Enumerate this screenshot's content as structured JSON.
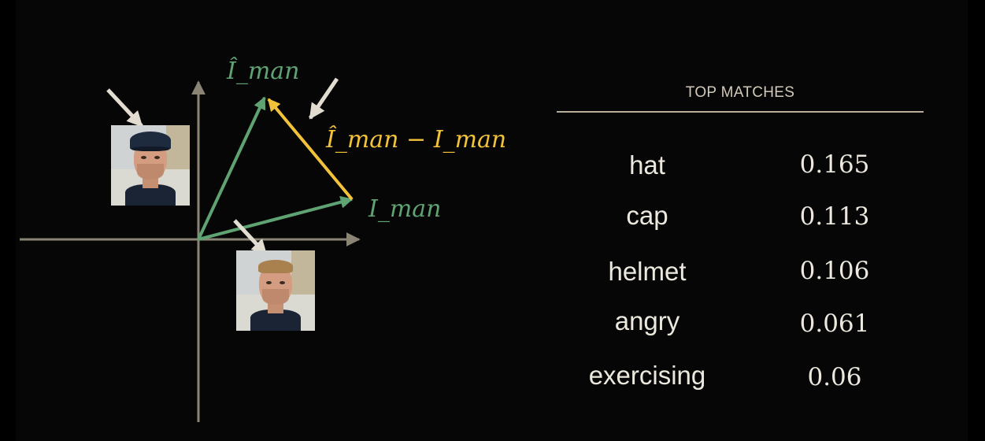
{
  "diagram": {
    "labels": {
      "i_hat_man": "Î_man",
      "difference": "Î_man − I_man",
      "i_man": "I_man"
    },
    "colors": {
      "axis": "#8a8474",
      "vector_green": "#5fa373",
      "vector_yellow": "#f2c33a",
      "pointer_arrow": "#e3ddd1",
      "label_green": "#5fa373",
      "label_yellow": "#f2c33a"
    }
  },
  "panel": {
    "title": "TOP MATCHES",
    "matches": [
      {
        "word": "hat",
        "score": "0.165"
      },
      {
        "word": "cap",
        "score": "0.113"
      },
      {
        "word": "helmet",
        "score": "0.106"
      },
      {
        "word": "angry",
        "score": "0.061"
      },
      {
        "word": "exercising",
        "score": "0.06"
      }
    ]
  }
}
